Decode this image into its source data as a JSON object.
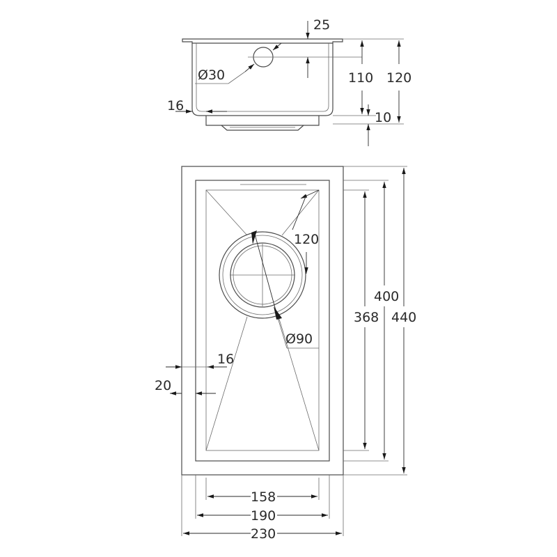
{
  "side_view": {
    "overflow_offset": "25",
    "overflow_diameter": "Ø30",
    "depth_inner": "110",
    "depth_total": "120",
    "rim_width": "16",
    "flange_thickness": "10"
  },
  "top_view": {
    "drain_offset": "120",
    "drain_diameter": "Ø90",
    "wall_inner": "16",
    "wall_outer": "20",
    "inner_length": "368",
    "mid_length": "400",
    "outer_length": "440",
    "inner_width": "158",
    "mid_width": "190",
    "outer_width": "230"
  }
}
